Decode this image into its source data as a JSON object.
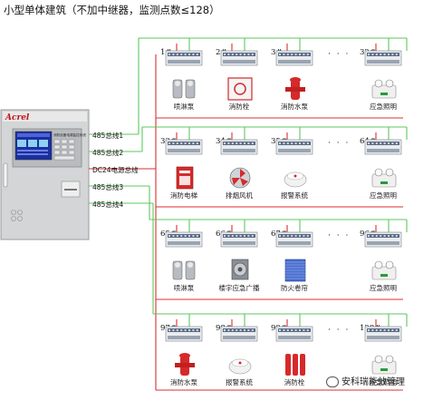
{
  "title": "小型单体建筑（不加中继器，监测点数≤128）",
  "cabinet": {
    "logo": "Acrel",
    "screen_title": "消防设备电源监控系统"
  },
  "bus_labels": [
    "485总线1",
    "485总线2",
    "DC24电源总线",
    "485总线3",
    "485总线4"
  ],
  "ellipsis": "· · ·",
  "rows": [
    {
      "nodes": [
        "1#",
        "2#",
        "3#",
        "32#"
      ],
      "devices": [
        "喷淋泵",
        "消防栓",
        "消防水泵",
        "应急照明"
      ]
    },
    {
      "nodes": [
        "33#",
        "34#",
        "35#",
        "64#"
      ],
      "devices": [
        "消防电梯",
        "排烟风机",
        "报警系统",
        "应急照明"
      ]
    },
    {
      "nodes": [
        "65#",
        "66#",
        "67#",
        "96#"
      ],
      "devices": [
        "喷淋泵",
        "楼宇应急广播",
        "防火卷帘",
        "应急照明"
      ]
    },
    {
      "nodes": [
        "97#",
        "98#",
        "99#",
        "128#"
      ],
      "devices": [
        "消防水泵",
        "报警系统",
        "消防栓",
        "应急照明"
      ]
    }
  ],
  "watermark": "安科瑞能效管理",
  "colors": {
    "bus_green": "#5cc85c",
    "bus_red": "#d83030",
    "cabinet": "#d4d6d8",
    "screen": "#1a2fa0"
  }
}
